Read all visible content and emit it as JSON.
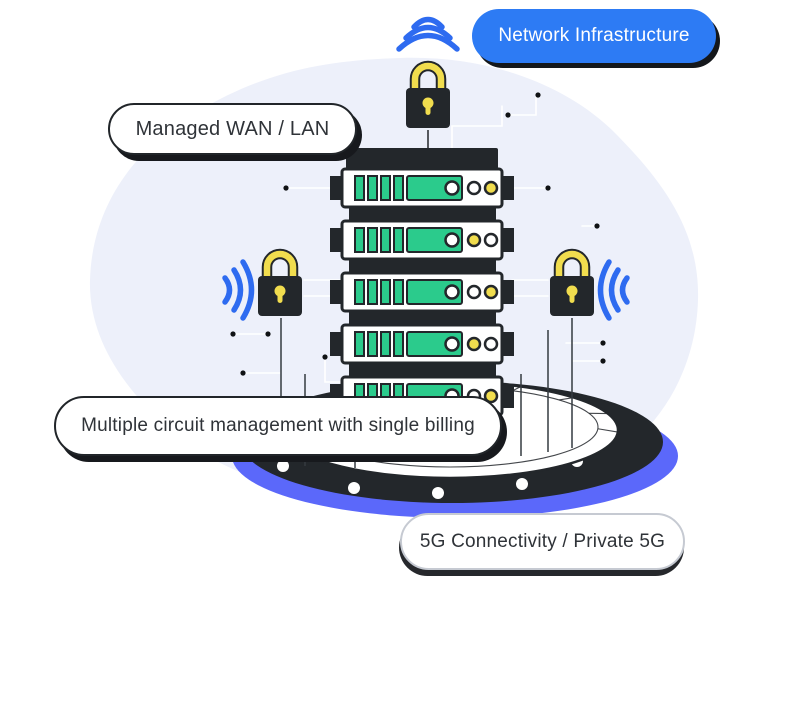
{
  "illustration": {
    "title_badge": {
      "label": "Network Infrastructure"
    },
    "callouts": [
      {
        "id": "wan",
        "label": "Managed WAN / LAN"
      },
      {
        "id": "circuit",
        "label": "Multiple circuit management with single billing"
      },
      {
        "id": "5g",
        "label": "5G Connectivity / Private 5G"
      }
    ],
    "colors": {
      "ink": "#23272b",
      "blob": "#edf0fa",
      "green": "#2bcb8c",
      "yellow": "#f1dd4e",
      "badge_blue": "#2d7bf4",
      "wifi_blue": "#2e6bf0",
      "platform_blue": "#5b68fa",
      "led_white": "#ffffff"
    },
    "icons": [
      "wifi-icon",
      "padlock-icon",
      "server-rack",
      "platform-disc"
    ],
    "server_rack": {
      "units": 5,
      "unit_leds": [
        [
          "white",
          "yellow"
        ],
        [
          "yellow",
          "white"
        ],
        [
          "white",
          "yellow"
        ],
        [
          "yellow",
          "white"
        ],
        [
          "white",
          "yellow"
        ]
      ]
    },
    "platform": {
      "ring_dots": 6
    }
  }
}
